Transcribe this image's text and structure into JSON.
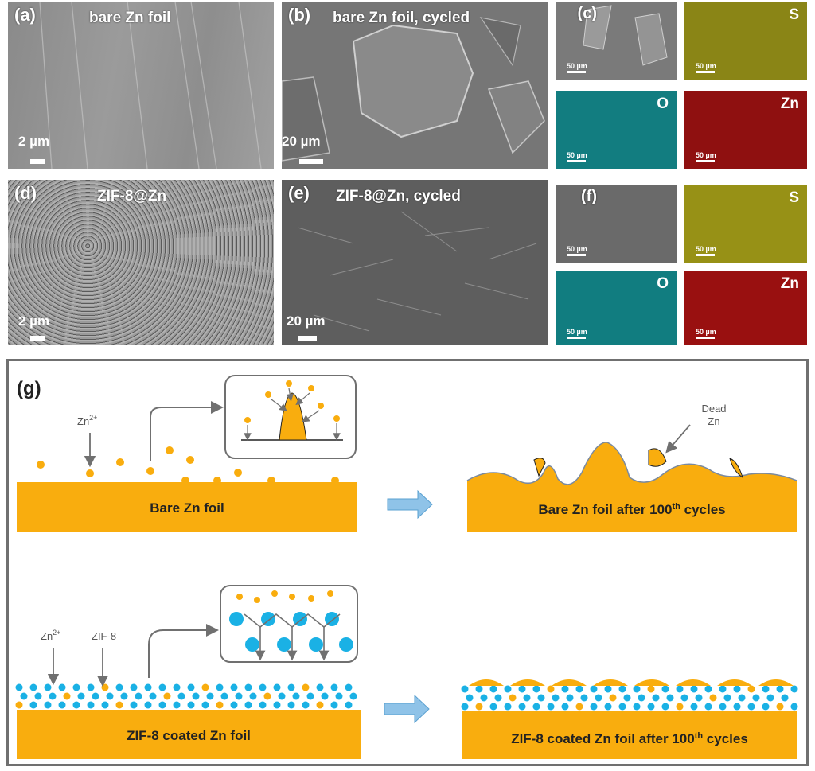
{
  "panels": {
    "a": {
      "letter": "(a)",
      "title": "bare Zn foil",
      "scale": "2 µm"
    },
    "b": {
      "letter": "(b)",
      "title": "bare Zn foil, cycled",
      "scale": "20 µm"
    },
    "c": {
      "letter": "(c)",
      "scale": "50 µm",
      "maps": [
        "S",
        "O",
        "Zn"
      ]
    },
    "d": {
      "letter": "(d)",
      "title": "ZIF-8@Zn",
      "scale": "2 µm"
    },
    "e": {
      "letter": "(e)",
      "title": "ZIF-8@Zn, cycled",
      "scale": "20 µm"
    },
    "f": {
      "letter": "(f)",
      "scale": "50 µm",
      "maps": [
        "S",
        "O",
        "Zn"
      ]
    }
  },
  "schematic": {
    "letter": "(g)",
    "top": {
      "ion_label": "Zn",
      "ion_sup": "2+",
      "foil_label": "Bare Zn foil",
      "result_label": "Bare Zn foil after 100",
      "result_sup": "th",
      "result_suffix": " cycles",
      "dead_label_1": "Dead",
      "dead_label_2": "Zn"
    },
    "bottom": {
      "ion_label": "Zn",
      "ion_sup": "2+",
      "zif_label": "ZIF-8",
      "foil_label": "ZIF-8 coated Zn foil",
      "result_label": "ZIF-8 coated Zn foil after 100",
      "result_sup": "th",
      "result_suffix": " cycles"
    }
  },
  "colors": {
    "zinc": "#f9ad0e",
    "zif": "#1ab1e5",
    "arrow_fill": "#8fc3e8",
    "frame": "#707070",
    "eds_S": "#b5b022",
    "eds_O": "#1aa6a8",
    "eds_Zn": "#a31313"
  }
}
